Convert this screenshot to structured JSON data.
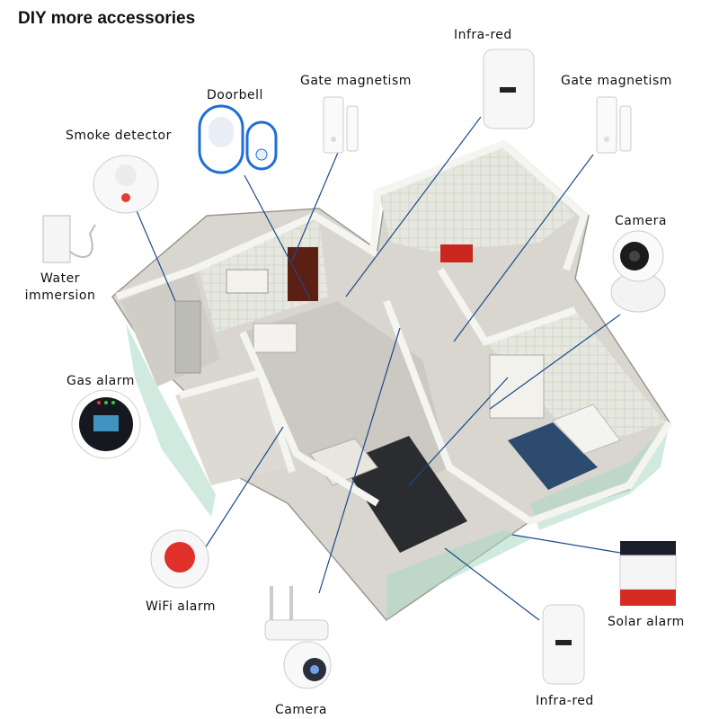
{
  "title": "DIY more accessories",
  "labels": {
    "infrared_top": "Infra-red",
    "gate_left": "Gate magnetism",
    "gate_right": "Gate magnetism",
    "doorbell": "Doorbell",
    "smoke": "Smoke detector",
    "water_1": "Water",
    "water_2": "immersion",
    "camera_right": "Camera",
    "gas": "Gas alarm",
    "wifi": "WiFi alarm",
    "solar": "Solar alarm",
    "camera_bottom": "Camera",
    "infrared_bottom": "Infra-red"
  },
  "colors": {
    "wall": "#ecebe6",
    "floor": "#d9d7cf",
    "line": "#1c4a8c",
    "alarm_red": "#e0302a",
    "doorbell_blue": "#1f6fd6"
  },
  "icons": [
    "doorbell-icon",
    "gate-sensor-icon",
    "pir-sensor-icon",
    "smoke-detector-icon",
    "water-sensor-icon",
    "ip-camera-icon",
    "gas-alarm-icon",
    "wifi-siren-icon",
    "solar-siren-icon",
    "ptz-camera-icon"
  ]
}
